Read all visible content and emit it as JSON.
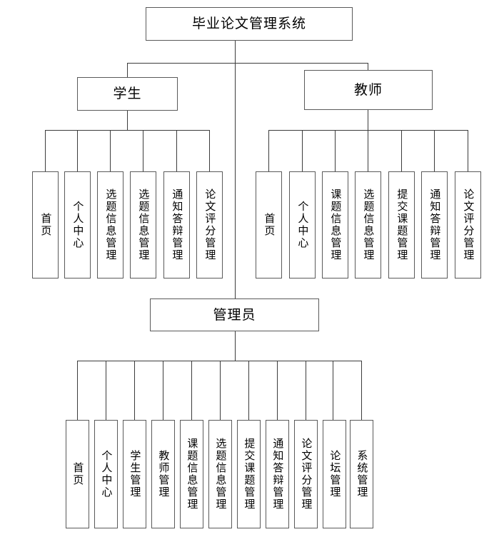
{
  "diagram": {
    "title": "毕业论文管理系统",
    "type": "org-chart",
    "root": {
      "label": "毕业论文管理系统"
    },
    "roles": [
      {
        "id": "student",
        "label": "学生",
        "children": [
          {
            "label": "首页"
          },
          {
            "label": "个人中心"
          },
          {
            "label": "选题信息管理"
          },
          {
            "label": "选题信息管理"
          },
          {
            "label": "通知答辩管理"
          },
          {
            "label": "论文评分管理"
          }
        ]
      },
      {
        "id": "teacher",
        "label": "教师",
        "children": [
          {
            "label": "首页"
          },
          {
            "label": "个人中心"
          },
          {
            "label": "课题信息管理"
          },
          {
            "label": "选题信息管理"
          },
          {
            "label": "提交课题管理"
          },
          {
            "label": "通知答辩管理"
          },
          {
            "label": "论文评分管理"
          }
        ]
      },
      {
        "id": "admin",
        "label": "管理员",
        "children": [
          {
            "label": "首页"
          },
          {
            "label": "个人中心"
          },
          {
            "label": "学生管理"
          },
          {
            "label": "教师管理"
          },
          {
            "label": "课题信息管理"
          },
          {
            "label": "选题信息管理"
          },
          {
            "label": "提交课题管理"
          },
          {
            "label": "通知答辩管理"
          },
          {
            "label": "论文评分管理"
          },
          {
            "label": "论坛管理"
          },
          {
            "label": "系统管理"
          }
        ]
      }
    ],
    "colors": {
      "background": "#ffffff",
      "box_border": "#5a5a5a",
      "line": "#3c3c3c",
      "text": "#000000"
    }
  }
}
